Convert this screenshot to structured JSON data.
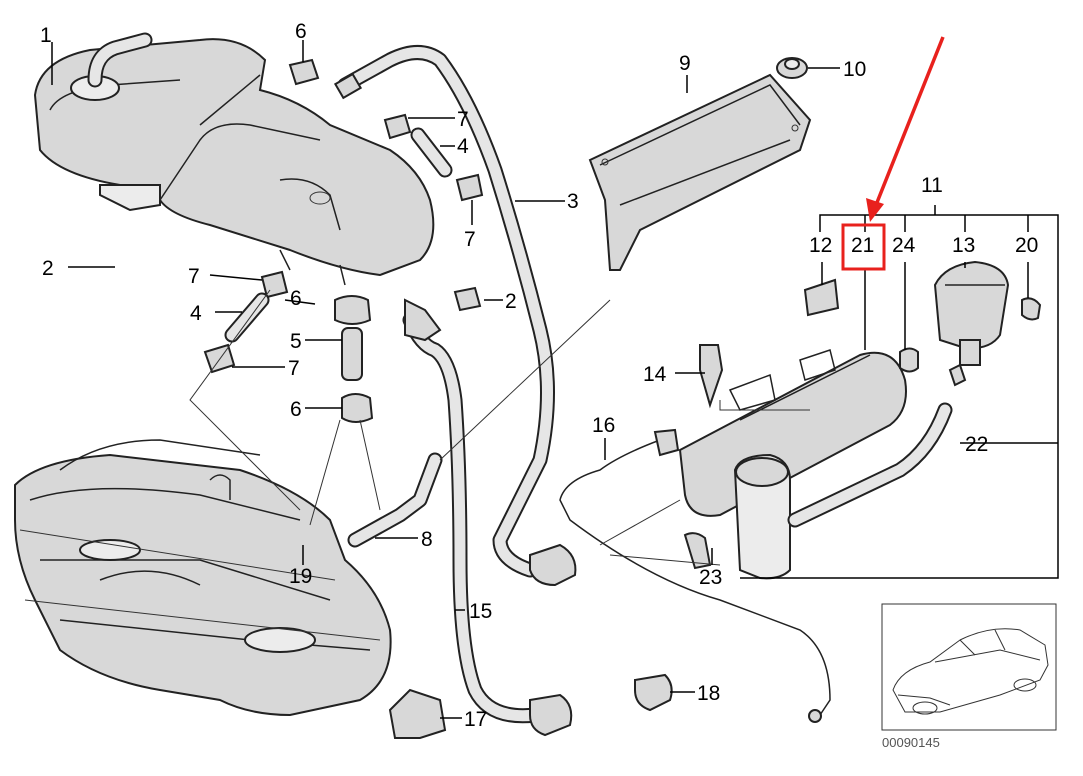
{
  "diagram": {
    "part_labels": [
      "1",
      "2",
      "3",
      "4",
      "5",
      "6",
      "7",
      "8",
      "9",
      "10",
      "11",
      "12",
      "21",
      "24",
      "13",
      "20",
      "14",
      "16",
      "22",
      "23",
      "19",
      "15",
      "17",
      "18"
    ],
    "repeated_labels": {
      "six": "6",
      "seven": "7",
      "four": "4",
      "two": "2"
    },
    "drawing_code": "00090145",
    "highlight": {
      "label": "21",
      "color": "#e8211d"
    },
    "colors": {
      "line": "#222222",
      "part_fill": "#d8d8d8",
      "highlight": "#e8211d"
    }
  }
}
